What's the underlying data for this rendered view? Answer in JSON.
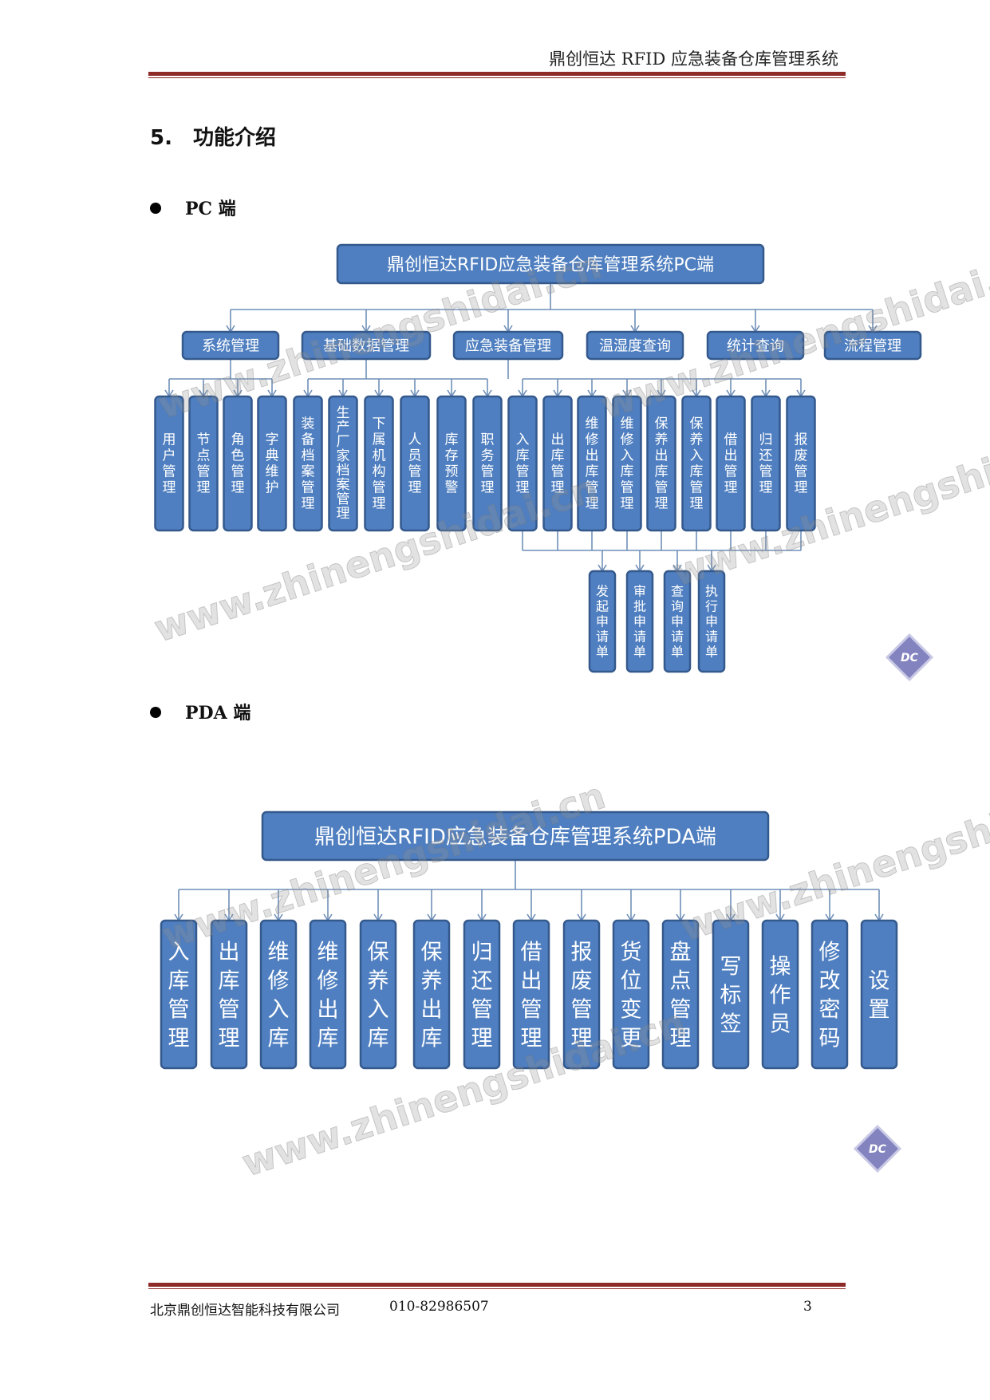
{
  "header": {
    "title": "鼎创恒达 RFID 应急装备仓库管理系统"
  },
  "section": {
    "title": "5.　功能介绍"
  },
  "bullets": {
    "pc": "PC 端",
    "pda": "PDA 端"
  },
  "pc_diagram": {
    "root": "鼎创恒达RFID应急装备仓库管理系统PC端",
    "groups": [
      {
        "label": "系统管理",
        "children": [
          "用户管理",
          "节点管理",
          "角色管理",
          "字典维护"
        ]
      },
      {
        "label": "基础数据管理",
        "children": [
          "装备档案管理",
          "生产厂家档案管理",
          "下属机构管理",
          "人员管理",
          "库存预警",
          "职务管理"
        ]
      },
      {
        "label": "应急装备管理",
        "children": [
          "入库管理",
          "出库管理",
          "维修出库管理",
          "维修入库管理",
          "保养出库管理",
          "保养入库管理",
          "借出管理",
          "归还管理",
          "报废管理"
        ]
      },
      {
        "label": "温湿度查询",
        "children": []
      },
      {
        "label": "统计查询",
        "children": []
      },
      {
        "label": "流程管理",
        "children": []
      }
    ],
    "flow_children": [
      "发起申请单",
      "审批申请单",
      "查询申请单",
      "执行申请单"
    ]
  },
  "pda_diagram": {
    "root": "鼎创恒达RFID应急装备仓库管理系统PDA端",
    "children": [
      "入库管理",
      "出库管理",
      "维修入库",
      "维修出库",
      "保养入库",
      "保养出库",
      "归还管理",
      "借出管理",
      "报废管理",
      "货位变更",
      "盘点管理",
      "写标签",
      "操作员",
      "修改密码",
      "设置"
    ]
  },
  "watermark": {
    "text": "www.zhinengshidai.cn",
    "logo": "DC"
  },
  "footer": {
    "company": "北京鼎创恒达智能科技有限公司",
    "phone": "010-82986507",
    "page": "3"
  },
  "colors": {
    "box_fill": "#4f7fc0",
    "box_stroke": "#34598c",
    "connector": "#6f8fb8",
    "rule": "#8e2a27"
  }
}
